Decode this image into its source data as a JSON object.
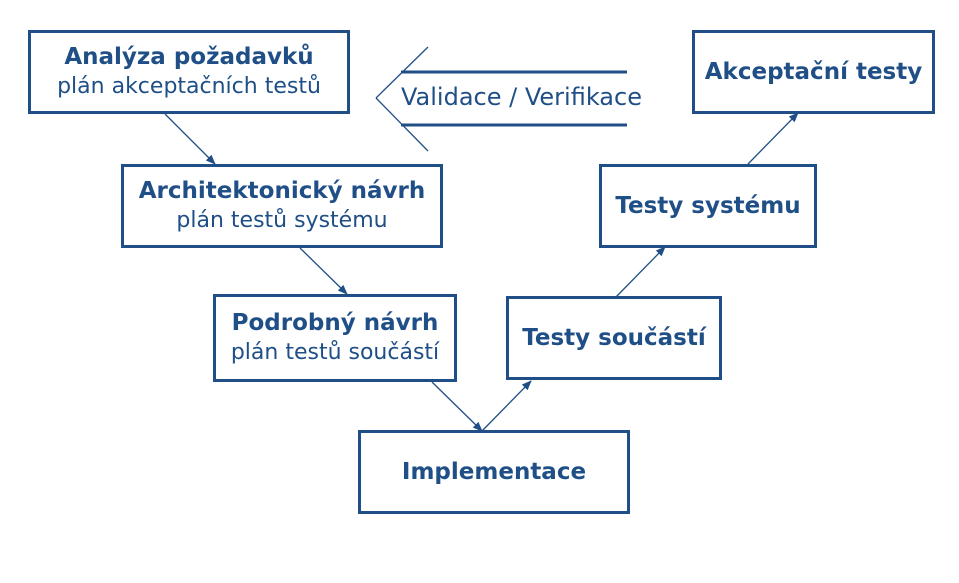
{
  "nodes": {
    "requirements": {
      "title": "Analýza požadavků",
      "subtitle": "plán akceptačních testů"
    },
    "architecture": {
      "title": "Architektonický návrh",
      "subtitle": "plán testů systému"
    },
    "detailed": {
      "title": "Podrobný návrh",
      "subtitle": "plán testů součástí"
    },
    "implementation": {
      "title": "Implementace"
    },
    "component_tests": {
      "title": "Testy součástí"
    },
    "system_tests": {
      "title": "Testy systému"
    },
    "acceptance_tests": {
      "title": "Akceptační testy"
    }
  },
  "feedback": {
    "label": "Validace / Verifikace"
  },
  "colors": {
    "primary": "#1f4f86",
    "background": "#ffffff"
  }
}
